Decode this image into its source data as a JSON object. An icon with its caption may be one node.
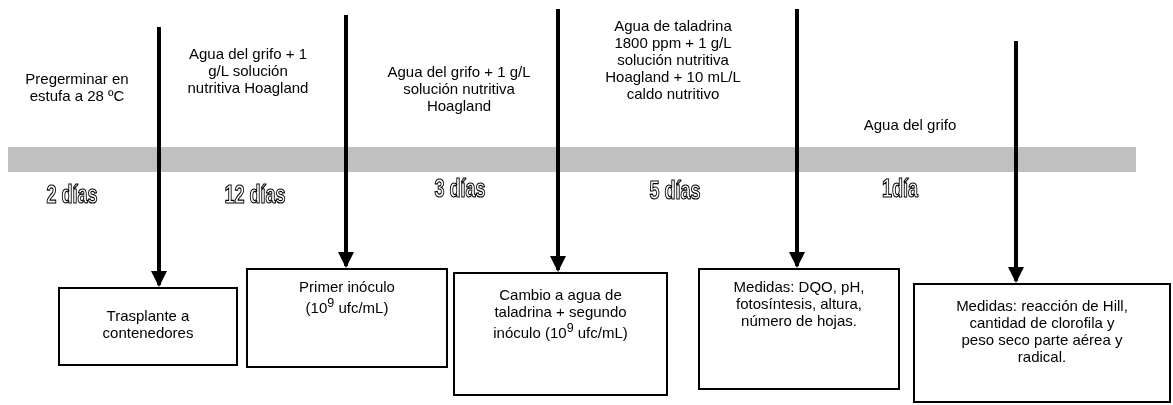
{
  "diagram": {
    "nodes": [
      {
        "text": [],
        "shape": "bar"
      },
      {
        "text": [
          "Trasplante a contenedores"
        ]
      },
      {
        "text": [
          "Primer inóculo (10$^{9}$ ufc/mL)"
        ]
      },
      {
        "text": [
          "Cambio a agua de taladrina + segundo inóculo (10$^{9}$ ufc/mL)"
        ]
      },
      {
        "text": [
          "Medidas: DQO, pH, fotosíntesis, altura, número de hojas."
        ]
      },
      {
        "text": [
          "Medidas: reacción de Hill, cantidad de clorofila y peso seco parte aérea y radical."
        ]
      }
    ],
    "edges": [
      {
        "from": null,
        "to": 1,
        "arrow": "to"
      },
      {
        "from": null,
        "to": 2,
        "arrow": "to"
      },
      {
        "from": null,
        "to": 3,
        "arrow": "to"
      },
      {
        "from": null,
        "to": 4,
        "arrow": "to"
      },
      {
        "from": null,
        "to": 5,
        "arrow": "to"
      }
    ],
    "labels": [
      "Pregerminar en estufa a 28 ºC",
      "Agua del grifo + 1 g/L solución nutritiva Hoagland",
      "Agua del grifo + 1 g/L solución nutritiva Hoagland",
      "Agua de taladrina 1800 ppm + 1 g/L solución nutritiva Hoagland + 10 mL/L caldo nutritivo",
      "Agua del grifo",
      "2 días",
      "12 días",
      "3 días",
      "5 días",
      "1día"
    ]
  }
}
